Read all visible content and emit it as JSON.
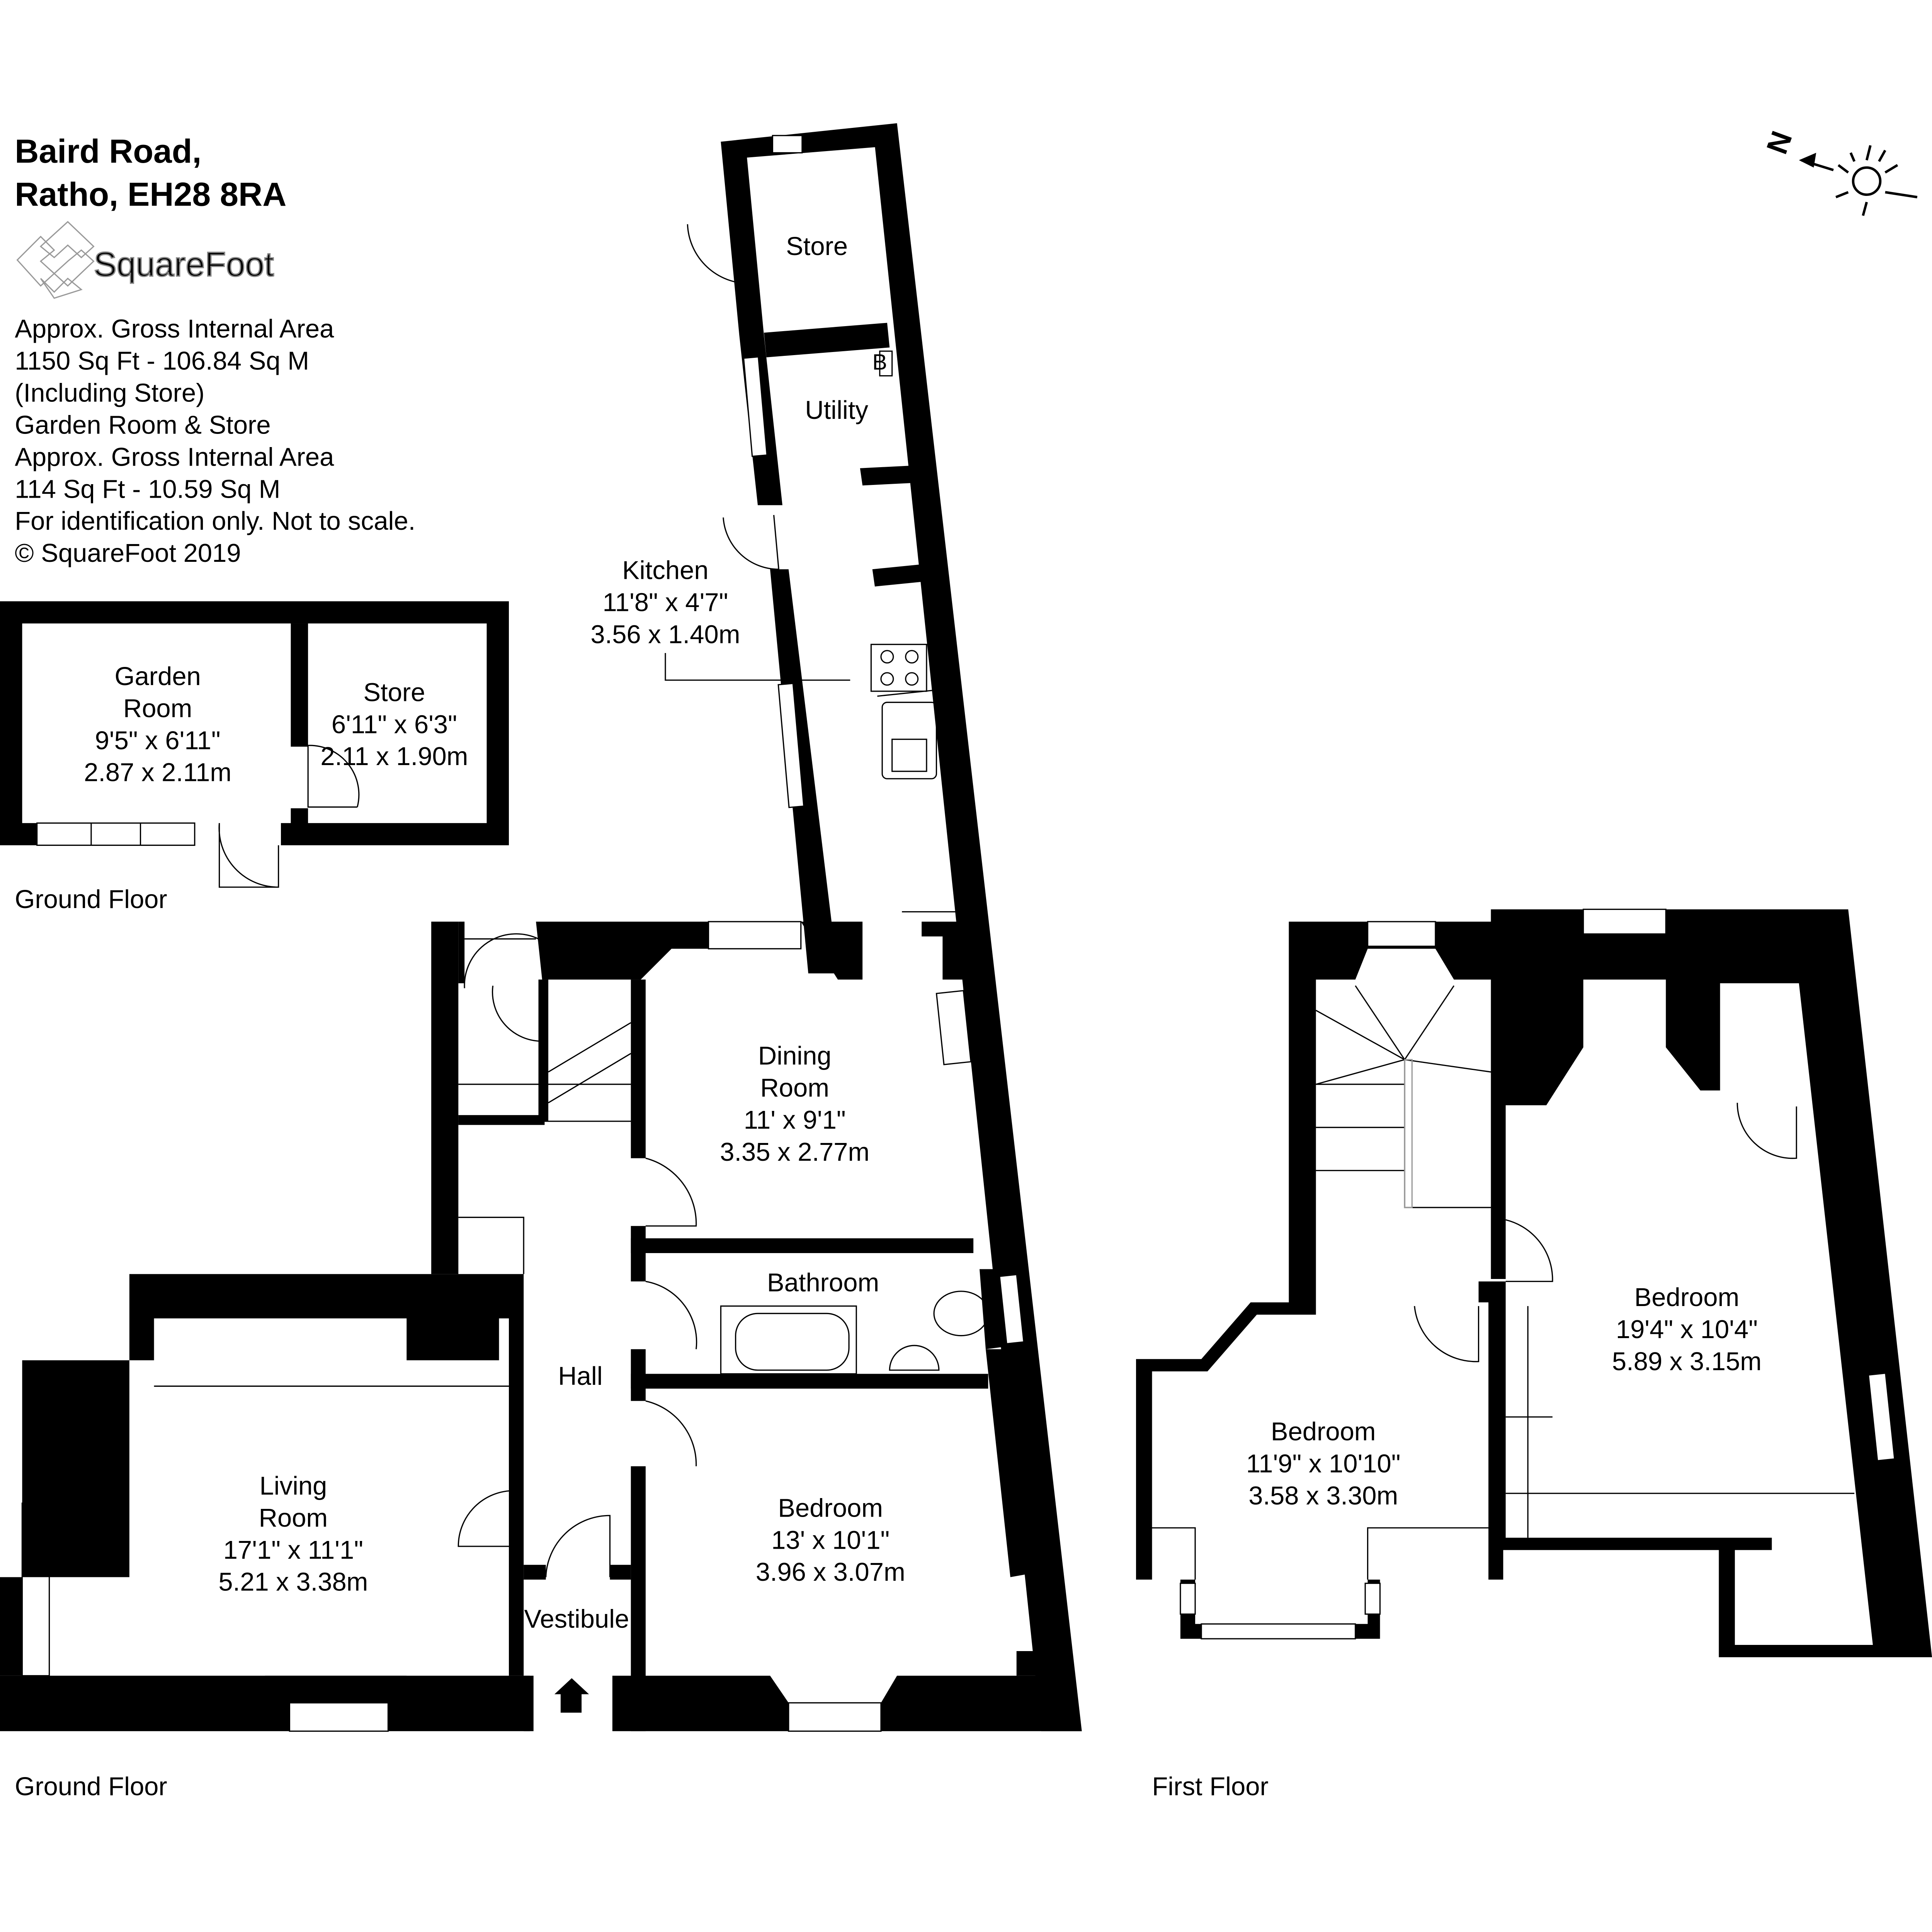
{
  "header": {
    "address_line1": "Baird Road,",
    "address_line2": "Ratho, EH28 8RA",
    "logo_text": "SquareFoot"
  },
  "info": {
    "lines": [
      "Approx. Gross Internal Area",
      "1150 Sq Ft  -  106.84 Sq M",
      "(Including Store)",
      "Garden Room & Store",
      "Approx. Gross Internal Area",
      "114 Sq Ft  -  10.59 Sq M",
      "For identification only. Not to scale.",
      "© SquareFoot 2019"
    ]
  },
  "compass": {
    "north_label": "N",
    "icon": "sun-icon"
  },
  "floors": {
    "ground_outbuilding_label": "Ground Floor",
    "ground_label": "Ground Floor",
    "first_label": "First Floor"
  },
  "rooms": {
    "store_top": {
      "name": "Store"
    },
    "utility": {
      "name": "Utility",
      "boiler": "B"
    },
    "kitchen": {
      "name": "Kitchen",
      "imperial": "11'8\" x 4'7\"",
      "metric": "3.56 x 1.40m"
    },
    "garden_room": {
      "name1": "Garden",
      "name2": "Room",
      "imperial": "9'5\" x 6'11\"",
      "metric": "2.87 x 2.11m"
    },
    "garden_store": {
      "name": "Store",
      "imperial": "6'11\" x 6'3\"",
      "metric": "2.11 x 1.90m"
    },
    "dining": {
      "name1": "Dining",
      "name2": "Room",
      "imperial": "11' x 9'1\"",
      "metric": "3.35 x 2.77m"
    },
    "bathroom": {
      "name": "Bathroom"
    },
    "hall": {
      "name": "Hall"
    },
    "living": {
      "name1": "Living",
      "name2": "Room",
      "imperial": "17'1\" x 11'1\"",
      "metric": "5.21 x 3.38m"
    },
    "bedroom_ground": {
      "name": "Bedroom",
      "imperial": "13' x 10'1\"",
      "metric": "3.96 x 3.07m"
    },
    "vestibule": {
      "name": "Vestibule"
    },
    "bedroom_first_a": {
      "name": "Bedroom",
      "imperial": "11'9\" x 10'10\"",
      "metric": "3.58 x 3.30m"
    },
    "bedroom_first_b": {
      "name": "Bedroom",
      "imperial": "19'4\" x 10'4\"",
      "metric": "5.89 x 3.15m"
    }
  }
}
